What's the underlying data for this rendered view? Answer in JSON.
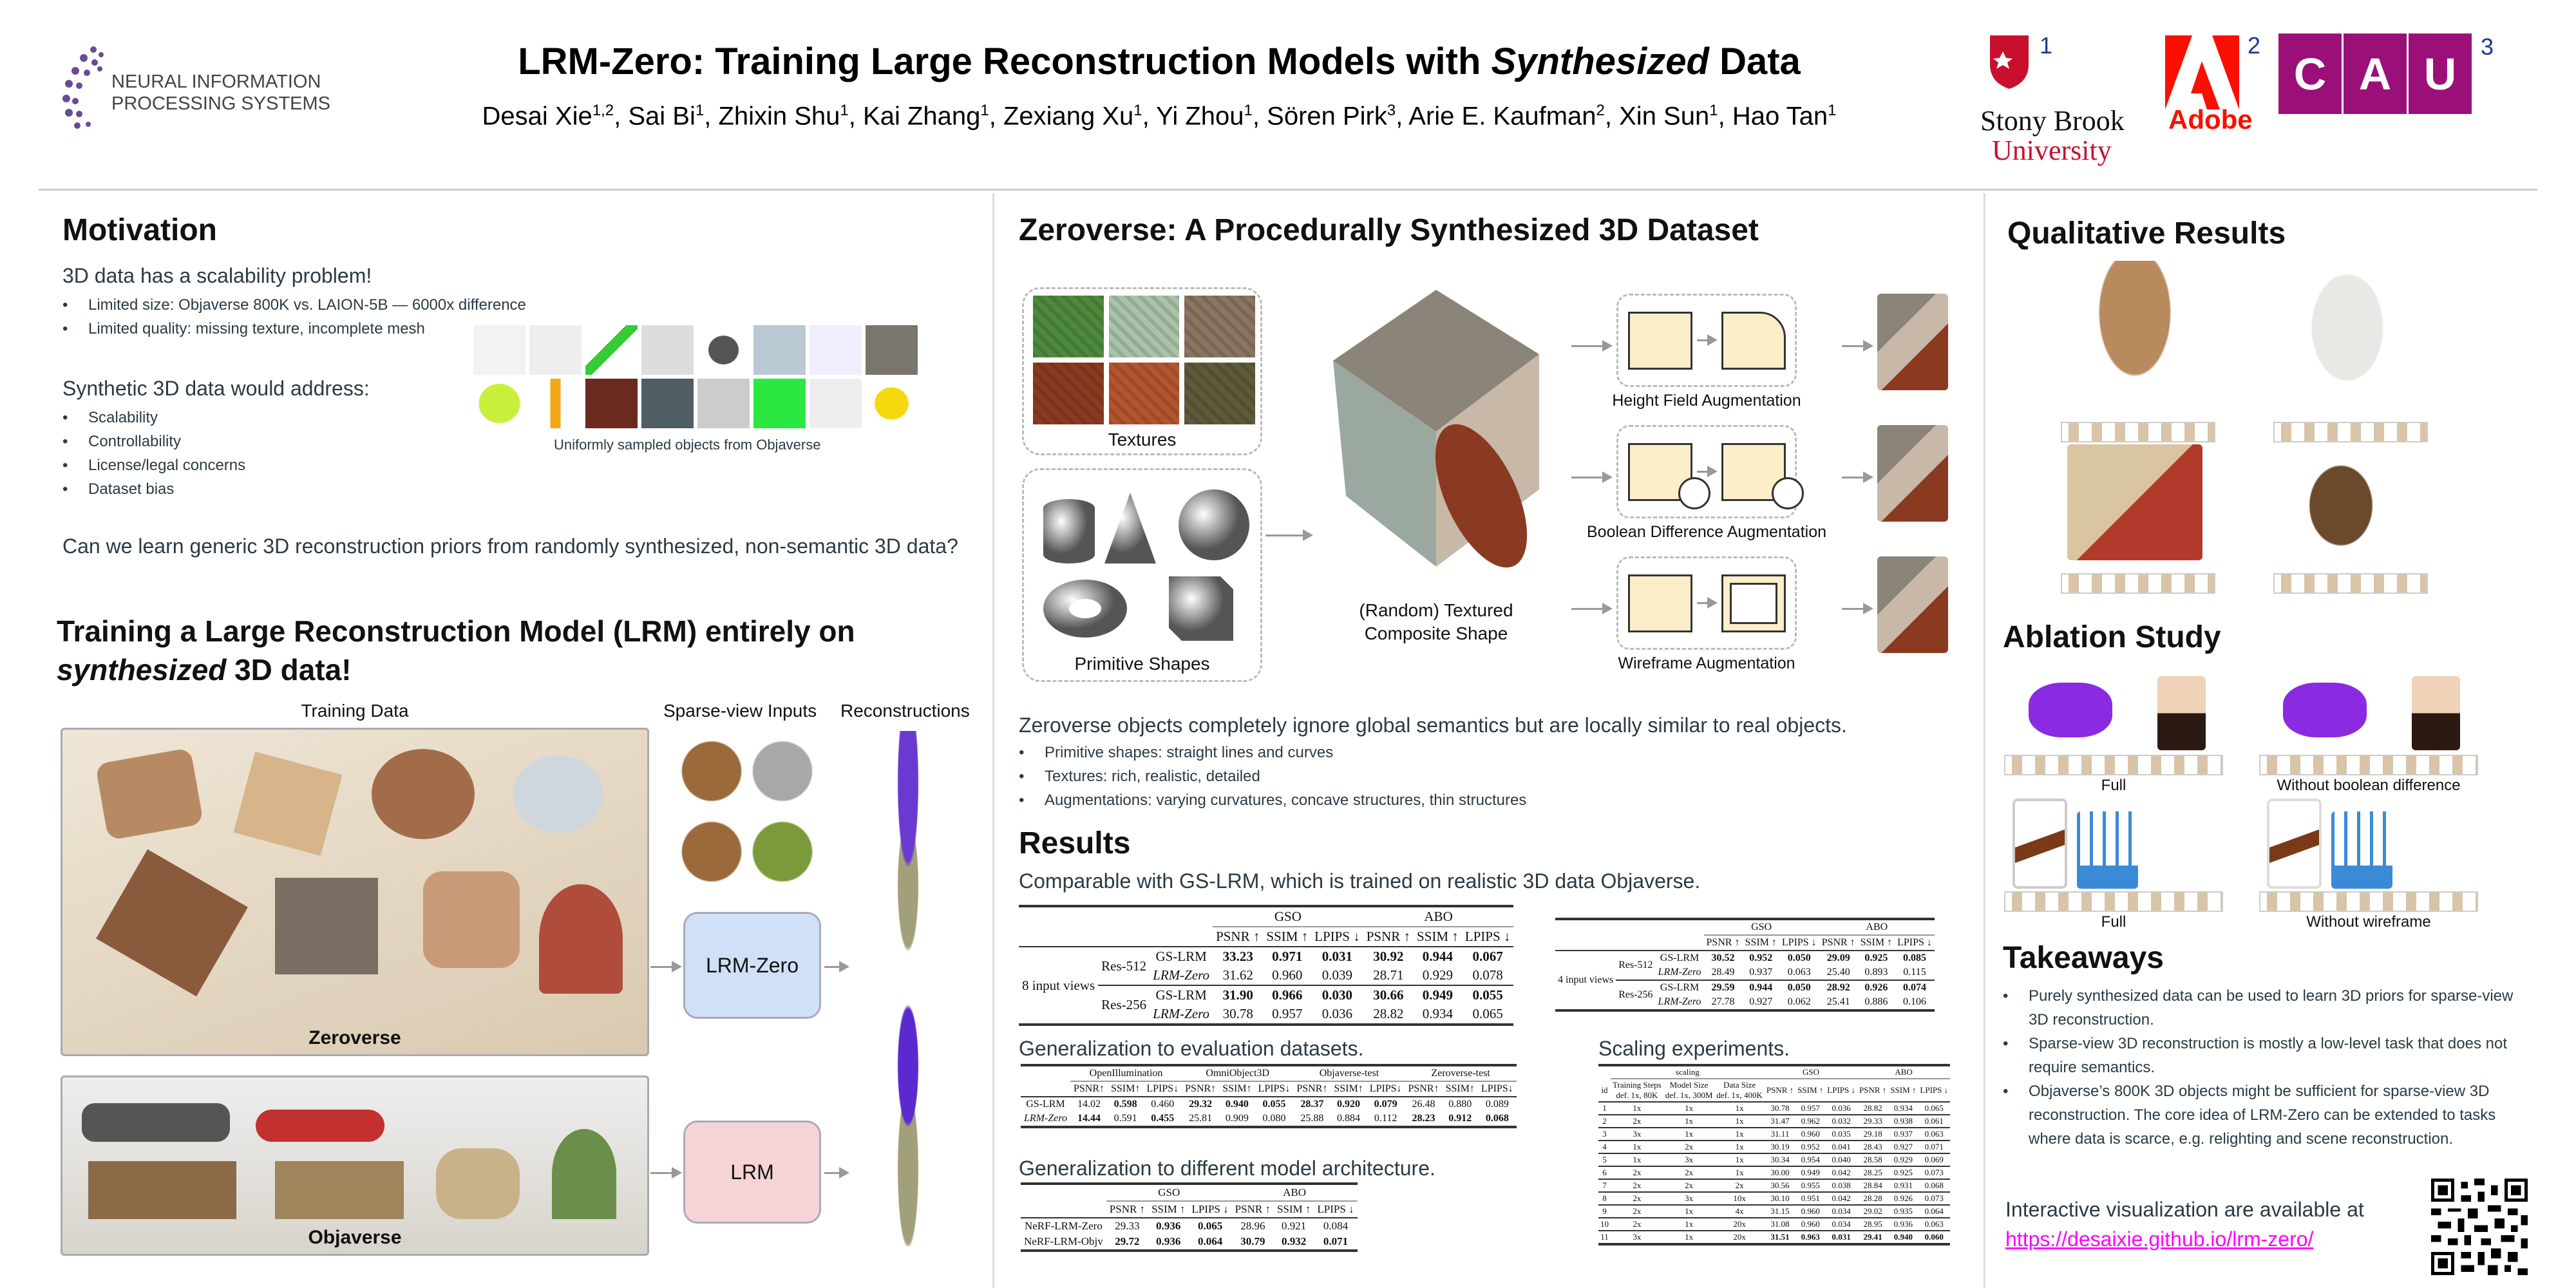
{
  "header": {
    "neurips_logo_line1": "NEURAL INFORMATION",
    "neurips_logo_line2": "PROCESSING SYSTEMS",
    "title_part1": "LRM-Zero: Training Large Reconstruction Models with ",
    "title_italic": "Synthesized",
    "title_part2": " Data",
    "authors": [
      {
        "name": "Desai Xie",
        "aff": "1,2"
      },
      {
        "name": "Sai Bi",
        "aff": "1"
      },
      {
        "name": "Zhixin Shu",
        "aff": "1"
      },
      {
        "name": "Kai Zhang",
        "aff": "1"
      },
      {
        "name": "Zexiang Xu",
        "aff": "1"
      },
      {
        "name": "Yi Zhou",
        "aff": "1"
      },
      {
        "name": "Sören Pirk",
        "aff": "3"
      },
      {
        "name": "Arie E. Kaufman",
        "aff": "2"
      },
      {
        "name": "Xin Sun",
        "aff": "1"
      },
      {
        "name": "Hao Tan",
        "aff": "1"
      }
    ],
    "logos": {
      "stony_brook_line1": "Stony Brook",
      "stony_brook_line2": "University",
      "stony_brook_num": "1",
      "adobe": "Adobe",
      "adobe_num": "2",
      "cau_letters": [
        "C",
        "A",
        "U"
      ],
      "cau_num": "3"
    }
  },
  "motivation": {
    "heading": "Motivation",
    "problem": "3D data has a scalability problem!",
    "problem_bullets": [
      "Limited size: Objaverse 800K vs. LAION-5B — 6000x difference",
      "Limited quality: missing texture, incomplete mesh"
    ],
    "synthetic": "Synthetic 3D data would address:",
    "synthetic_bullets": [
      "Scalability",
      "Controllability",
      "License/legal concerns",
      "Dataset bias"
    ],
    "caption": "Uniformly sampled objects from Objaverse",
    "question": "Can we learn generic 3D reconstruction priors from randomly synthesized, non-semantic 3D data?"
  },
  "training": {
    "heading_line1": "Training a Large Reconstruction Model (LRM) entirely on",
    "heading_italic": "synthesized",
    "heading_line2_rest": " 3D data!",
    "training_data_label": "Training Data",
    "sparse_label": "Sparse-view Inputs",
    "recon_label": "Reconstructions",
    "zeroverse_label": "Zeroverse",
    "objaverse_label": "Objaverse",
    "lrm_zero": "LRM-Zero",
    "lrm": "LRM"
  },
  "zeroverse": {
    "heading": "Zeroverse: A Procedurally Synthesized 3D Dataset",
    "textures_label": "Textures",
    "primitives_label": "Primitive Shapes",
    "composite_label_line1": "(Random) Textured",
    "composite_label_line2": "Composite Shape",
    "aug_labels": [
      "Height Field Augmentation",
      "Boolean Difference Augmentation",
      "Wireframe Augmentation"
    ],
    "summary": "Zeroverse objects completely ignore global semantics but are locally similar to real objects.",
    "bullets": [
      "Primitive shapes: straight lines and curves",
      "Textures: rich, realistic, detailed",
      "Augmentations: varying curvatures, concave structures, thin structures"
    ],
    "texture_colors": [
      "#4d8a3c",
      "#a9c3a8",
      "#8a7560",
      "#8b3a22",
      "#b4552e",
      "#5f5a3a"
    ]
  },
  "results": {
    "heading": "Results",
    "subtitle": "Comparable with GS-LRM, which is trained on realistic 3D data Objaverse.",
    "metrics": [
      "PSNR ↑",
      "SSIM ↑",
      "LPIPS ↓"
    ],
    "datasets": [
      "GSO",
      "ABO"
    ],
    "table8": {
      "views_label": "8 input views",
      "groups": [
        {
          "res": "Res-512",
          "rows": [
            {
              "method": "GS-LRM",
              "values": [
                "33.23",
                "0.971",
                "0.031",
                "30.92",
                "0.944",
                "0.067"
              ],
              "bold": [
                0,
                1,
                2,
                3,
                4,
                5
              ]
            },
            {
              "method": "LRM-Zero",
              "values": [
                "31.62",
                "0.960",
                "0.039",
                "28.71",
                "0.929",
                "0.078"
              ],
              "bold": []
            }
          ]
        },
        {
          "res": "Res-256",
          "rows": [
            {
              "method": "GS-LRM",
              "values": [
                "31.90",
                "0.966",
                "0.030",
                "30.66",
                "0.949",
                "0.055"
              ],
              "bold": [
                0,
                1,
                2,
                3,
                4,
                5
              ]
            },
            {
              "method": "LRM-Zero",
              "values": [
                "30.78",
                "0.957",
                "0.036",
                "28.82",
                "0.934",
                "0.065"
              ],
              "bold": []
            }
          ]
        }
      ]
    },
    "table4": {
      "views_label": "4 input views",
      "groups": [
        {
          "res": "Res-512",
          "rows": [
            {
              "method": "GS-LRM",
              "values": [
                "30.52",
                "0.952",
                "0.050",
                "29.09",
                "0.925",
                "0.085"
              ],
              "bold": [
                0,
                1,
                2,
                3,
                4,
                5
              ]
            },
            {
              "method": "LRM-Zero",
              "values": [
                "28.49",
                "0.937",
                "0.063",
                "25.40",
                "0.893",
                "0.115"
              ],
              "bold": []
            }
          ]
        },
        {
          "res": "Res-256",
          "rows": [
            {
              "method": "GS-LRM",
              "values": [
                "29.59",
                "0.944",
                "0.050",
                "28.92",
                "0.926",
                "0.074"
              ],
              "bold": [
                0,
                1,
                2,
                3,
                4,
                5
              ]
            },
            {
              "method": "LRM-Zero",
              "values": [
                "27.78",
                "0.927",
                "0.062",
                "25.41",
                "0.886",
                "0.106"
              ],
              "bold": []
            }
          ]
        }
      ]
    }
  },
  "generalization": {
    "heading": "Generalization to evaluation datasets.",
    "datasets": [
      "OpenIllumination",
      "OmniObject3D",
      "Objaverse-test",
      "Zeroverse-test"
    ],
    "metrics": [
      "PSNR↑",
      "SSIM↑",
      "LPIPS↓"
    ],
    "rows": [
      {
        "method": "GS-LRM",
        "values": [
          "14.02",
          "0.598",
          "0.460",
          "29.32",
          "0.940",
          "0.055",
          "28.37",
          "0.920",
          "0.079",
          "26.48",
          "0.880",
          "0.089"
        ],
        "bold": [
          1,
          3,
          4,
          5,
          6,
          7,
          8
        ]
      },
      {
        "method": "LRM-Zero",
        "values": [
          "14.44",
          "0.591",
          "0.455",
          "25.81",
          "0.909",
          "0.080",
          "25.88",
          "0.884",
          "0.112",
          "28.23",
          "0.912",
          "0.068"
        ],
        "bold": [
          0,
          2,
          9,
          10,
          11
        ]
      }
    ]
  },
  "architecture": {
    "heading": "Generalization to different model architecture.",
    "datasets": [
      "GSO",
      "ABO"
    ],
    "metrics": [
      "PSNR ↑",
      "SSIM ↑",
      "LPIPS ↓"
    ],
    "rows": [
      {
        "method": "NeRF-LRM-Zero",
        "values": [
          "29.33",
          "0.936",
          "0.065",
          "28.96",
          "0.921",
          "0.084"
        ],
        "bold": [
          1,
          2
        ]
      },
      {
        "method": "NeRF-LRM-Objv",
        "values": [
          "29.72",
          "0.936",
          "0.064",
          "30.79",
          "0.932",
          "0.071"
        ],
        "bold": [
          0,
          1,
          2,
          3,
          4,
          5
        ]
      }
    ]
  },
  "scaling": {
    "heading": "Scaling experiments.",
    "group_label": "scaling",
    "datasets": [
      "GSO",
      "ABO"
    ],
    "id_label": "id",
    "columns": [
      {
        "name": "Training Steps",
        "def": "def. 1x, 80K"
      },
      {
        "name": "Model Size",
        "def": "def. 1x, 300M"
      },
      {
        "name": "Data Size",
        "def": "def. 1x, 400K"
      }
    ],
    "metrics": [
      "PSNR ↑",
      "SSIM ↑",
      "LPIPS ↓"
    ],
    "rows": [
      {
        "method": "1",
        "values": [
          "1x",
          "1x",
          "1x",
          "30.78",
          "0.957",
          "0.036",
          "28.82",
          "0.934",
          "0.065"
        ],
        "bold": []
      },
      {
        "method": "2",
        "values": [
          "2x",
          "1x",
          "1x",
          "31.47",
          "0.962",
          "0.032",
          "29.33",
          "0.938",
          "0.061"
        ],
        "bold": []
      },
      {
        "method": "3",
        "values": [
          "3x",
          "1x",
          "1x",
          "31.11",
          "0.960",
          "0.035",
          "29.18",
          "0.937",
          "0.063"
        ],
        "bold": []
      },
      {
        "method": "4",
        "values": [
          "1x",
          "2x",
          "1x",
          "30.19",
          "0.952",
          "0.041",
          "28.43",
          "0.927",
          "0.071"
        ],
        "bold": []
      },
      {
        "method": "5",
        "values": [
          "1x",
          "3x",
          "1x",
          "30.34",
          "0.954",
          "0.040",
          "28.58",
          "0.929",
          "0.069"
        ],
        "bold": []
      },
      {
        "method": "6",
        "values": [
          "2x",
          "2x",
          "1x",
          "30.00",
          "0.949",
          "0.042",
          "28.25",
          "0.925",
          "0.073"
        ],
        "bold": []
      },
      {
        "method": "7",
        "values": [
          "2x",
          "2x",
          "2x",
          "30.56",
          "0.955",
          "0.038",
          "28.84",
          "0.931",
          "0.068"
        ],
        "bold": []
      },
      {
        "method": "8",
        "values": [
          "2x",
          "3x",
          "10x",
          "30.10",
          "0.951",
          "0.042",
          "28.28",
          "0.926",
          "0.073"
        ],
        "bold": []
      },
      {
        "method": "9",
        "values": [
          "2x",
          "1x",
          "4x",
          "31.15",
          "0.960",
          "0.034",
          "29.02",
          "0.935",
          "0.064"
        ],
        "bold": []
      },
      {
        "method": "10",
        "values": [
          "2x",
          "1x",
          "20x",
          "31.08",
          "0.960",
          "0.034",
          "28.95",
          "0.936",
          "0.063"
        ],
        "bold": []
      },
      {
        "method": "11",
        "values": [
          "3x",
          "1x",
          "20x",
          "31.51",
          "0.963",
          "0.031",
          "29.41",
          "0.940",
          "0.060"
        ],
        "bold": [
          3,
          4,
          5,
          6,
          7,
          8
        ]
      }
    ]
  },
  "qualitative": {
    "heading": "Qualitative Results"
  },
  "ablation": {
    "heading": "Ablation Study",
    "labels": [
      "Full",
      "Without boolean difference",
      "Full",
      "Without wireframe"
    ]
  },
  "takeaways": {
    "heading": "Takeaways",
    "bullets": [
      "Purely synthesized data can be used to learn 3D priors for sparse-view 3D reconstruction.",
      "Sparse-view 3D reconstruction is mostly a low-level task that does not require semantics.",
      "Objaverse’s 800K 3D objects might be sufficient for sparse-view 3D reconstruction. The core idea of LRM-Zero can be extended to tasks where data is scarce, e.g. relighting and scene reconstruction."
    ],
    "interactive": "Interactive visualization are available at",
    "link": "https://desaixie.github.io/lrm-zero/"
  },
  "colors": {
    "neurips_purple": "#6b4a94",
    "stony_red": "#c8102e",
    "adobe_red": "#fa0f00",
    "cau_magenta": "#9b0f78",
    "link_magenta": "#ff00ff",
    "lrm_zero_box": "#cfe0f7",
    "lrm_box": "#f6d3d6"
  }
}
